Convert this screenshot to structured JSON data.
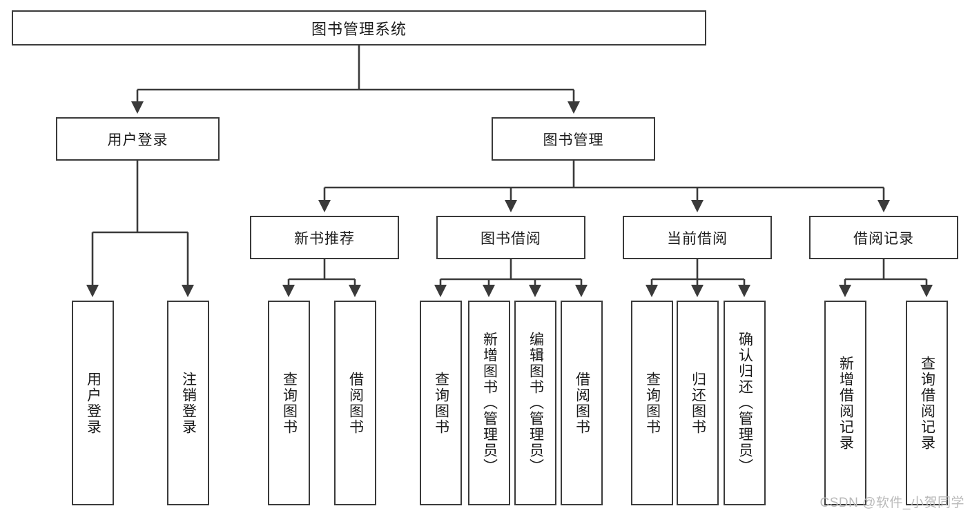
{
  "diagram": {
    "title": "图书管理系统",
    "watermark": "CSDN @软件_小贺同学",
    "type": "tree-hierarchy",
    "orientation": "top-down",
    "line_color": "#3a3a3a",
    "box_fill": "#ffffff",
    "text_color": "#1b1b1b",
    "watermark_color": "#b9b9b9",
    "root": {
      "label": "图书管理系统"
    },
    "level2": [
      {
        "label": "用户登录"
      },
      {
        "label": "图书管理"
      }
    ],
    "level3": [
      {
        "label": "新书推荐"
      },
      {
        "label": "图书借阅"
      },
      {
        "label": "当前借阅"
      },
      {
        "label": "借阅记录"
      }
    ],
    "leaves": {
      "user_login": [
        {
          "label": "用户登录"
        },
        {
          "label": "注销登录"
        }
      ],
      "new_book_recommend": [
        {
          "label": "查询图书"
        },
        {
          "label": "借阅图书"
        }
      ],
      "book_borrow": [
        {
          "label": "查询图书"
        },
        {
          "label": "新增图书（管理员）"
        },
        {
          "label": "编辑图书（管理员）"
        },
        {
          "label": "借阅图书"
        }
      ],
      "current_borrow": [
        {
          "label": "查询图书"
        },
        {
          "label": "归还图书"
        },
        {
          "label": "确认归还（管理员）"
        }
      ],
      "borrow_record": [
        {
          "label": "新增借阅记录"
        },
        {
          "label": "查询借阅记录"
        }
      ]
    }
  }
}
